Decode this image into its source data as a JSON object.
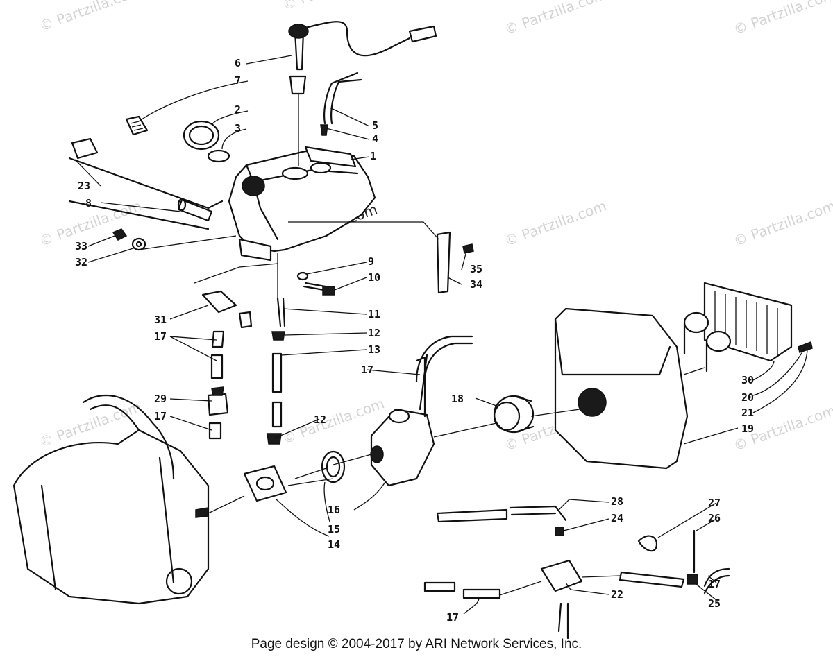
{
  "watermark": "© Partzilla.com",
  "footer": "Page design © 2004-2017 by ARI Network Services, Inc.",
  "callouts": [
    "1",
    "2",
    "3",
    "4",
    "5",
    "6",
    "7",
    "8",
    "9",
    "10",
    "11",
    "12",
    "13",
    "14",
    "15",
    "16",
    "17",
    "18",
    "19",
    "20",
    "21",
    "22",
    "23",
    "24",
    "25",
    "26",
    "27",
    "28",
    "29",
    "30",
    "31",
    "32",
    "33",
    "34",
    "35"
  ]
}
